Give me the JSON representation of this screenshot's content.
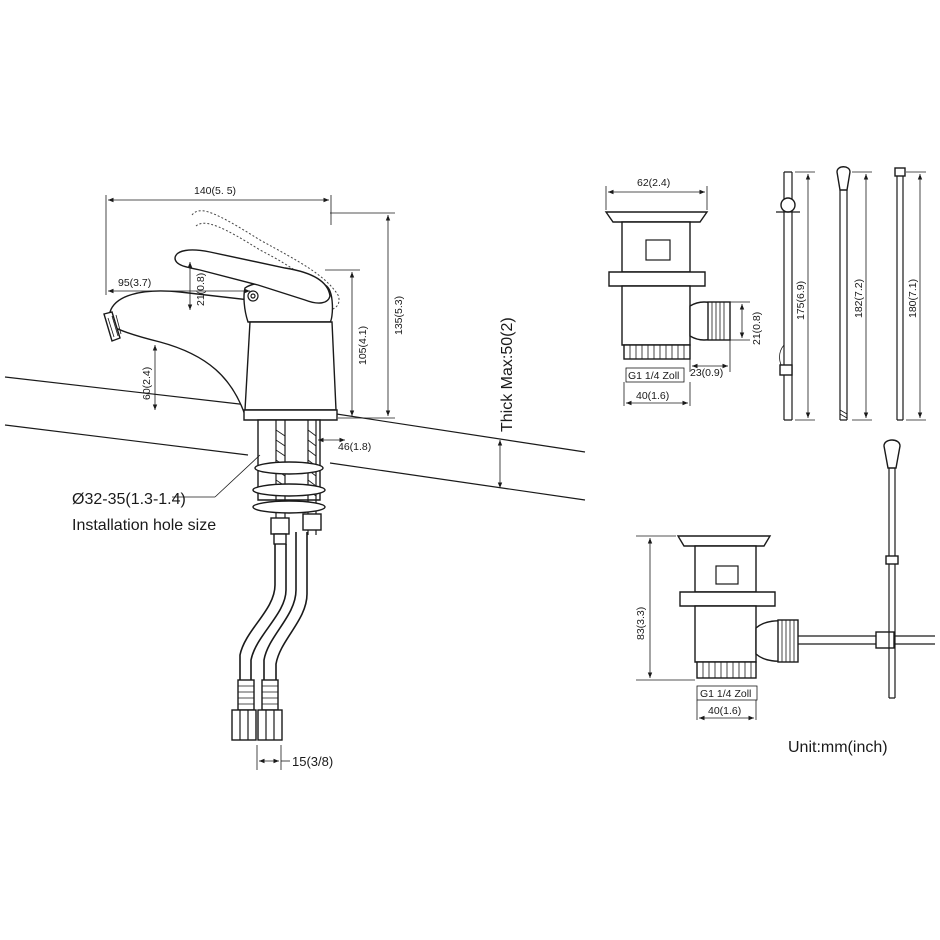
{
  "faucet": {
    "width_label": "140(5. 5)",
    "spout_reach_label": "95(3.7)",
    "lever_offset_label": "21(0.8)",
    "height_total_label": "135(5.3)",
    "height_body_label": "105(4.1)",
    "spout_height_label": "60(2.4)",
    "base_diameter_label": "46(1.8)",
    "thickness_label": "Thick Max:50(2)",
    "hole_size_label": "Ø32-35(1.3-1.4)",
    "hole_caption": "Installation hole size",
    "hose_label": "15(3/8)"
  },
  "drain_top": {
    "cap_width_label": "62(2.4)",
    "side_offset_label": "21(0.8)",
    "side_depth_label": "23(0.9)",
    "thread_label": "G1 1/4 Zoll",
    "body_width_label": "40(1.6)",
    "rod1_label": "175(6.9)",
    "rod2_label": "182(7.2)",
    "rod3_label": "180(7.1)"
  },
  "drain_bottom": {
    "height_label": "83(3.3)",
    "thread_label": "G1 1/4 Zoll",
    "body_width_label": "40(1.6)"
  },
  "unit_label": "Unit:mm(inch)"
}
